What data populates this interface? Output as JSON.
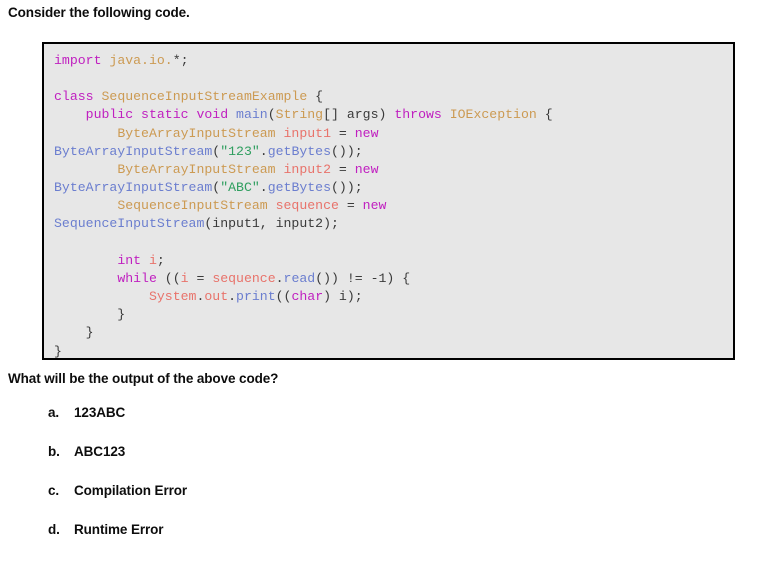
{
  "page": {
    "intro_heading": "Consider the following code.",
    "question_heading": "What will be the output of the above code?"
  },
  "code_block": {
    "language": "java",
    "background_color": "#e7e7e7",
    "border_color": "#000000",
    "colors": {
      "keyword": "#c020c0",
      "type": "#cc9a52",
      "call": "#6b7ecf",
      "variable": "#e8736b",
      "string": "#2f9e5f",
      "punctuation": "#3a3a3a"
    },
    "plain_text": "import java.io.*;\n\nclass SequenceInputStreamExample {\n    public static void main(String[] args) throws IOException {\n        ByteArrayInputStream input1 = new ByteArrayInputStream(\"123\".getBytes());\n        ByteArrayInputStream input2 = new ByteArrayInputStream(\"ABC\".getBytes());\n        SequenceInputStream sequence = new SequenceInputStream(input1, input2);\n\n        int i;\n        while ((i = sequence.read()) != -1) {\n            System.out.print((char) i);\n        }\n    }\n}",
    "lines": [
      [
        {
          "t": "import",
          "c": "key"
        },
        {
          "t": " ",
          "c": "punct"
        },
        {
          "t": "java.io.",
          "c": "type"
        },
        {
          "t": "*;",
          "c": "punct"
        }
      ],
      [],
      [
        {
          "t": "class",
          "c": "key"
        },
        {
          "t": " ",
          "c": "punct"
        },
        {
          "t": "SequenceInputStreamExample",
          "c": "type"
        },
        {
          "t": " {",
          "c": "punct"
        }
      ],
      [
        {
          "t": "    ",
          "c": "punct"
        },
        {
          "t": "public static void",
          "c": "key"
        },
        {
          "t": " ",
          "c": "punct"
        },
        {
          "t": "main",
          "c": "call"
        },
        {
          "t": "(",
          "c": "punct"
        },
        {
          "t": "String",
          "c": "type"
        },
        {
          "t": "[] args) ",
          "c": "punct"
        },
        {
          "t": "throws",
          "c": "key"
        },
        {
          "t": " ",
          "c": "punct"
        },
        {
          "t": "IOException",
          "c": "type"
        },
        {
          "t": " {",
          "c": "punct"
        }
      ],
      [
        {
          "t": "        ",
          "c": "punct"
        },
        {
          "t": "ByteArrayInputStream",
          "c": "type"
        },
        {
          "t": " ",
          "c": "punct"
        },
        {
          "t": "input1",
          "c": "var"
        },
        {
          "t": " = ",
          "c": "punct"
        },
        {
          "t": "new",
          "c": "key"
        }
      ],
      [
        {
          "t": "ByteArrayInputStream",
          "c": "call"
        },
        {
          "t": "(",
          "c": "punct"
        },
        {
          "t": "\"123\"",
          "c": "str"
        },
        {
          "t": ".",
          "c": "punct"
        },
        {
          "t": "getBytes",
          "c": "call"
        },
        {
          "t": "());",
          "c": "punct"
        }
      ],
      [
        {
          "t": "        ",
          "c": "punct"
        },
        {
          "t": "ByteArrayInputStream",
          "c": "type"
        },
        {
          "t": " ",
          "c": "punct"
        },
        {
          "t": "input2",
          "c": "var"
        },
        {
          "t": " = ",
          "c": "punct"
        },
        {
          "t": "new",
          "c": "key"
        }
      ],
      [
        {
          "t": "ByteArrayInputStream",
          "c": "call"
        },
        {
          "t": "(",
          "c": "punct"
        },
        {
          "t": "\"ABC\"",
          "c": "str"
        },
        {
          "t": ".",
          "c": "punct"
        },
        {
          "t": "getBytes",
          "c": "call"
        },
        {
          "t": "());",
          "c": "punct"
        }
      ],
      [
        {
          "t": "        ",
          "c": "punct"
        },
        {
          "t": "SequenceInputStream",
          "c": "type"
        },
        {
          "t": " ",
          "c": "punct"
        },
        {
          "t": "sequence",
          "c": "var"
        },
        {
          "t": " = ",
          "c": "punct"
        },
        {
          "t": "new",
          "c": "key"
        }
      ],
      [
        {
          "t": "SequenceInputStream",
          "c": "call"
        },
        {
          "t": "(input1, input2);",
          "c": "punct"
        }
      ],
      [],
      [
        {
          "t": "        ",
          "c": "punct"
        },
        {
          "t": "int",
          "c": "key"
        },
        {
          "t": " ",
          "c": "punct"
        },
        {
          "t": "i",
          "c": "var"
        },
        {
          "t": ";",
          "c": "punct"
        }
      ],
      [
        {
          "t": "        ",
          "c": "punct"
        },
        {
          "t": "while",
          "c": "key"
        },
        {
          "t": " ((",
          "c": "punct"
        },
        {
          "t": "i",
          "c": "var"
        },
        {
          "t": " = ",
          "c": "punct"
        },
        {
          "t": "sequence",
          "c": "var"
        },
        {
          "t": ".",
          "c": "punct"
        },
        {
          "t": "read",
          "c": "call"
        },
        {
          "t": "()) != -1) {",
          "c": "punct"
        }
      ],
      [
        {
          "t": "            ",
          "c": "punct"
        },
        {
          "t": "System",
          "c": "var"
        },
        {
          "t": ".",
          "c": "punct"
        },
        {
          "t": "out",
          "c": "var"
        },
        {
          "t": ".",
          "c": "punct"
        },
        {
          "t": "print",
          "c": "call"
        },
        {
          "t": "((",
          "c": "punct"
        },
        {
          "t": "char",
          "c": "key"
        },
        {
          "t": ") i);",
          "c": "punct"
        }
      ],
      [
        {
          "t": "        }",
          "c": "punct"
        }
      ],
      [
        {
          "t": "    }",
          "c": "punct"
        }
      ],
      [
        {
          "t": "}",
          "c": "punct"
        }
      ]
    ]
  },
  "options": [
    {
      "marker": "a.",
      "label": "123ABC"
    },
    {
      "marker": "b.",
      "label": "ABC123"
    },
    {
      "marker": "c.",
      "label": "Compilation Error"
    },
    {
      "marker": "d.",
      "label": "Runtime Error"
    }
  ]
}
